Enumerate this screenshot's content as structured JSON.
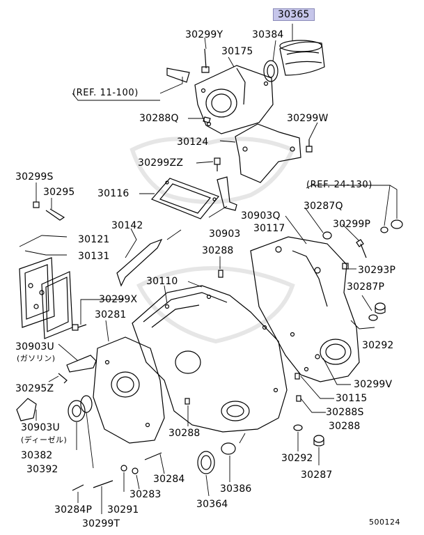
{
  "highlight_fill": "#c6c6ea",
  "diagram_id": "500124",
  "refs": {
    "r1": "(REF. 11-100)",
    "r2": "(REF. 24-130)"
  },
  "notes": {
    "gasoline": "(ガソリン)",
    "diesel": "(ディーゼル)"
  },
  "labels": {
    "p30365": "30365",
    "p30299Y": "30299Y",
    "p30384": "30384",
    "p30175": "30175",
    "p30288Q": "30288Q",
    "p30299W": "30299W",
    "p30124": "30124",
    "p30299ZZ": "30299ZZ",
    "p30299S": "30299S",
    "p30295": "30295",
    "p30116": "30116",
    "p30287Q": "30287Q",
    "p30903Q": "30903Q",
    "p30117": "30117",
    "p30299P": "30299P",
    "p30142": "30142",
    "p30903": "30903",
    "p30121": "30121",
    "p30131": "30131",
    "p30288a": "30288",
    "p30293P": "30293P",
    "p30110": "30110",
    "p30287P": "30287P",
    "p30299X": "30299X",
    "p30281": "30281",
    "p30292a": "30292",
    "p30903U_g": "30903U",
    "p30299V": "30299V",
    "p30295Z": "30295Z",
    "p30115": "30115",
    "p30288S": "30288S",
    "p30903U_d": "30903U",
    "p30288b": "30288",
    "p30288c": "30288",
    "p30382": "30382",
    "p30292b": "30292",
    "p30392": "30392",
    "p30287": "30287",
    "p30284": "30284",
    "p30386": "30386",
    "p30283": "30283",
    "p30284P": "30284P",
    "p30291": "30291",
    "p30364": "30364",
    "p30299T": "30299T"
  }
}
